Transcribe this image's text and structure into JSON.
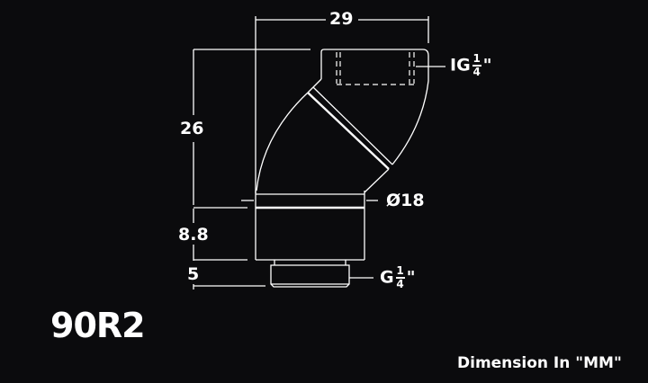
{
  "diagram": {
    "type": "technical-drawing",
    "model": "90R2",
    "unit_note": "Dimension In \"MM\"",
    "dimensions": {
      "width": "29",
      "height_upper": "26",
      "height_collar": "8.8",
      "height_thread": "5",
      "diameter": "Ø18"
    },
    "threads": {
      "top": {
        "prefix": "IG",
        "num": "1",
        "den": "4",
        "suffix": "\""
      },
      "bottom": {
        "prefix": "G",
        "num": "1",
        "den": "4",
        "suffix": "\""
      }
    },
    "colors": {
      "background": "#0b0b0d",
      "line": "#ffffff"
    }
  }
}
